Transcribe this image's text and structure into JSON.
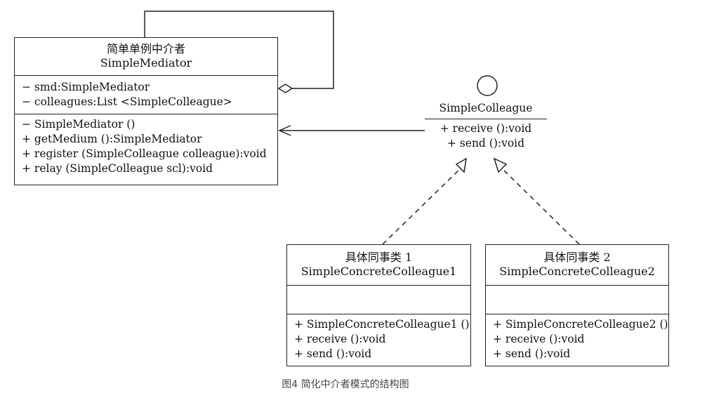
{
  "mediator": {
    "title_cn": "简单单例中介者",
    "title_en": "SimpleMediator",
    "attributes": [
      "− smd:SimpleMediator",
      "− colleagues:List <SimpleColleague>"
    ],
    "operations": [
      "− SimpleMediator ()",
      "+ getMedium ():SimpleMediator",
      "+ register (SimpleColleague colleague):void",
      "+ relay (SimpleColleague scl):void"
    ]
  },
  "colleague_interface": {
    "name": "SimpleColleague",
    "operations": [
      "+ receive ():void",
      "+ send ():void"
    ]
  },
  "concrete_colleague_1": {
    "title_cn": "具体同事类 1",
    "title_en": "SimpleConcreteColleague1",
    "operations": [
      "+ SimpleConcreteColleague1 ()",
      "+ receive ():void",
      "+ send ():void"
    ]
  },
  "concrete_colleague_2": {
    "title_cn": "具体同事类 2",
    "title_en": "SimpleConcreteColleague2",
    "operations": [
      "+ SimpleConcreteColleague2 ()",
      "+ receive ():void",
      "+ send ():void"
    ]
  },
  "caption": "图4 简化中介者模式的结构图",
  "colors": {
    "line": "#222222",
    "caption": "#444444"
  }
}
